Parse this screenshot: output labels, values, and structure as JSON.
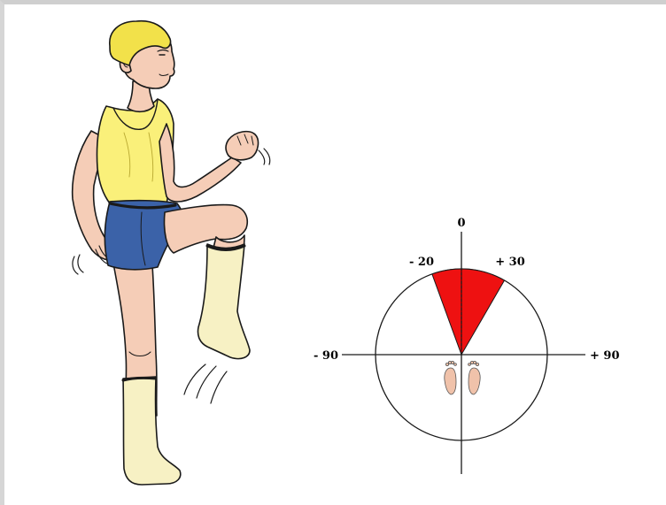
{
  "figure": {
    "subject": "marching in place with high knee lift",
    "colors": {
      "hair": "#f2e14a",
      "skin": "#f5cdb7",
      "shirt": "#faf07a",
      "shorts": "#3b62a8",
      "socks": "#f7f1c4",
      "foot_prints": "#f0c2aa",
      "sector": "#ee1111",
      "outline": "#1a1a1a"
    }
  },
  "dial": {
    "labels": {
      "top": "0",
      "left": "- 90",
      "right": "+ 90",
      "sector_start": "- 20",
      "sector_end": "+ 30"
    },
    "sector_range_degrees": [
      -20,
      30
    ],
    "icons": [
      "left-footprint-icon",
      "right-footprint-icon"
    ]
  }
}
